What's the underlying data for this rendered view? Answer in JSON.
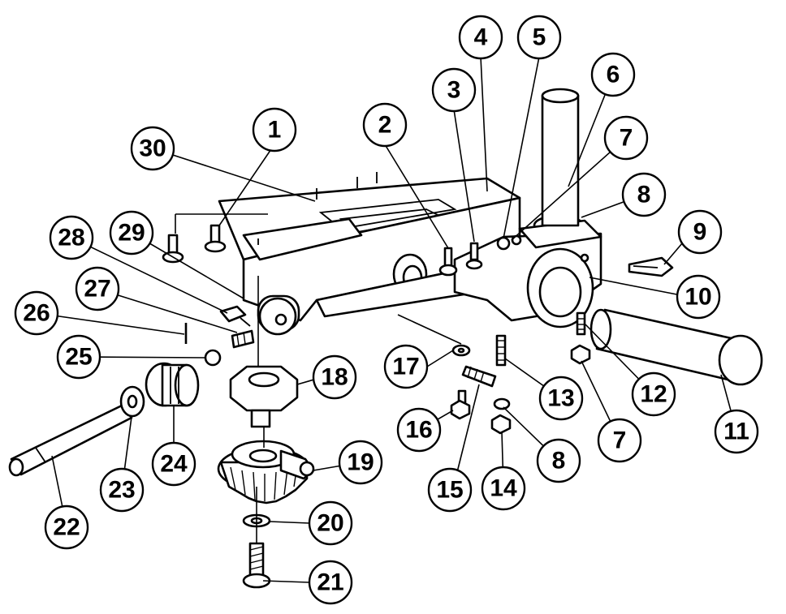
{
  "diagram": {
    "balloons": [
      {
        "id": "b1",
        "label": "1"
      },
      {
        "id": "b2",
        "label": "2"
      },
      {
        "id": "b3",
        "label": "3"
      },
      {
        "id": "b4",
        "label": "4"
      },
      {
        "id": "b5",
        "label": "5"
      },
      {
        "id": "b6",
        "label": "6"
      },
      {
        "id": "b7a",
        "label": "7"
      },
      {
        "id": "b8a",
        "label": "8"
      },
      {
        "id": "b9",
        "label": "9"
      },
      {
        "id": "b10",
        "label": "10"
      },
      {
        "id": "b11",
        "label": "11"
      },
      {
        "id": "b12",
        "label": "12"
      },
      {
        "id": "b7b",
        "label": "7"
      },
      {
        "id": "b13",
        "label": "13"
      },
      {
        "id": "b8b",
        "label": "8"
      },
      {
        "id": "b14",
        "label": "14"
      },
      {
        "id": "b15",
        "label": "15"
      },
      {
        "id": "b16",
        "label": "16"
      },
      {
        "id": "b17",
        "label": "17"
      },
      {
        "id": "b18",
        "label": "18"
      },
      {
        "id": "b19",
        "label": "19"
      },
      {
        "id": "b20",
        "label": "20"
      },
      {
        "id": "b21",
        "label": "21"
      },
      {
        "id": "b22",
        "label": "22"
      },
      {
        "id": "b23",
        "label": "23"
      },
      {
        "id": "b24",
        "label": "24"
      },
      {
        "id": "b25",
        "label": "25"
      },
      {
        "id": "b26",
        "label": "26"
      },
      {
        "id": "b27",
        "label": "27"
      },
      {
        "id": "b28",
        "label": "28"
      },
      {
        "id": "b29",
        "label": "29"
      },
      {
        "id": "b30",
        "label": "30"
      }
    ]
  }
}
